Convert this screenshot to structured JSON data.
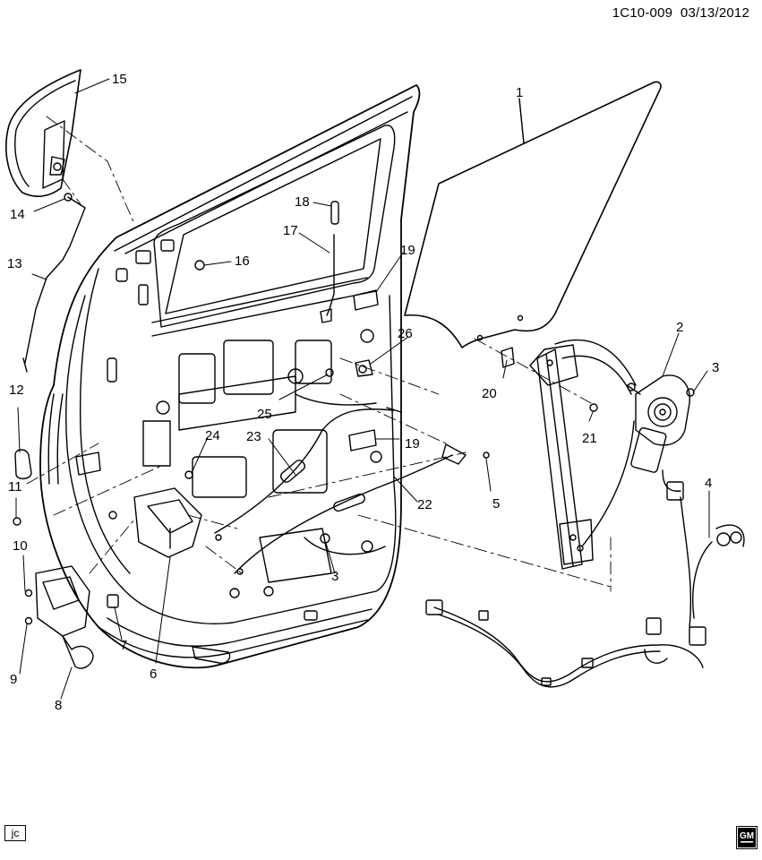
{
  "header": {
    "diagram_code": "1C10-009",
    "date": "03/13/2012"
  },
  "callouts": [
    "1",
    "2",
    "3",
    "4",
    "5",
    "3",
    "6",
    "7",
    "8",
    "9",
    "10",
    "11",
    "12",
    "13",
    "14",
    "15",
    "16",
    "17",
    "18",
    "19",
    "19",
    "20",
    "21",
    "22",
    "23",
    "24",
    "25",
    "26"
  ],
  "footer": {
    "tag": "jc",
    "logo_text": "GM"
  },
  "colors": {
    "line": "#000000",
    "background": "#ffffff"
  }
}
